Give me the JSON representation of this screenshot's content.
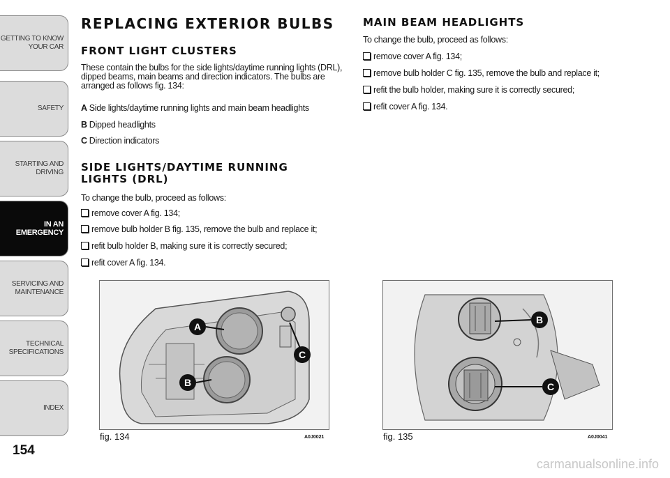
{
  "sidebar": {
    "tabs": [
      {
        "label_line1": "GETTING TO KNOW",
        "label_line2": "YOUR CAR"
      },
      {
        "label_line1": "SAFETY",
        "label_line2": ""
      },
      {
        "label_line1": "STARTING AND",
        "label_line2": "DRIVING"
      },
      {
        "label_line1": "IN AN",
        "label_line2": "EMERGENCY"
      },
      {
        "label_line1": "SERVICING AND",
        "label_line2": "MAINTENANCE"
      },
      {
        "label_line1": "TECHNICAL",
        "label_line2": "SPECIFICATIONS"
      },
      {
        "label_line1": "INDEX",
        "label_line2": ""
      }
    ],
    "page_number": "154"
  },
  "left": {
    "title": "REPLACING EXTERIOR BULBS",
    "section1": {
      "heading": "FRONT LIGHT CLUSTERS",
      "intro": [
        "These contain the bulbs for the side lights/daytime running lights (DRL),",
        "dipped beams, main beams and direction indicators. The bulbs are",
        "arranged as follows fig. 134:"
      ],
      "items": [
        {
          "letter": "A",
          "text": "Side lights/daytime running lights and main beam headlights"
        },
        {
          "letter": "B",
          "text": "Dipped headlights"
        },
        {
          "letter": "C",
          "text": "Direction indicators"
        }
      ]
    },
    "section2": {
      "heading_line1": "SIDE LIGHTS/DAYTIME RUNNING",
      "heading_line2": "LIGHTS (DRL)",
      "intro": "To change the bulb, proceed as follows:",
      "steps": [
        "remove cover A fig. 134;",
        "remove bulb holder B fig. 135, remove the bulb and replace it;",
        "refit bulb holder B, making sure it is correctly secured;",
        "refit cover A fig. 134."
      ]
    }
  },
  "right": {
    "heading": "MAIN BEAM HEADLIGHTS",
    "intro": "To change the bulb, proceed as follows:",
    "steps": [
      "remove cover A fig. 134;",
      "remove bulb holder C fig. 135, remove the bulb and replace it;",
      "refit the bulb holder, making sure it is correctly secured;",
      "refit cover A fig. 134."
    ]
  },
  "figures": [
    {
      "caption": "fig. 134",
      "code": "A0J0021",
      "labels": [
        "A",
        "B",
        "C"
      ]
    },
    {
      "caption": "fig. 135",
      "code": "A0J0041",
      "labels": [
        "B",
        "C"
      ]
    }
  ],
  "watermark": "carmanualsonline.info"
}
